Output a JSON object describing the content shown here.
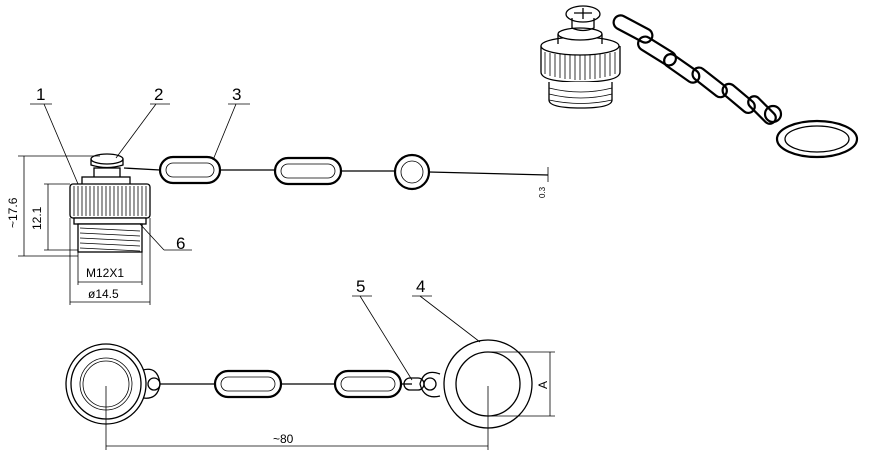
{
  "callouts": [
    "1",
    "2",
    "3",
    "4",
    "5",
    "6"
  ],
  "dimensions": {
    "overall_height": "~17.6",
    "cap_height": "12.1",
    "thread": "M12X1",
    "diameter": "ø14.5",
    "chain_thickness": "0.3",
    "ring_label": "A",
    "total_length": "~80"
  }
}
